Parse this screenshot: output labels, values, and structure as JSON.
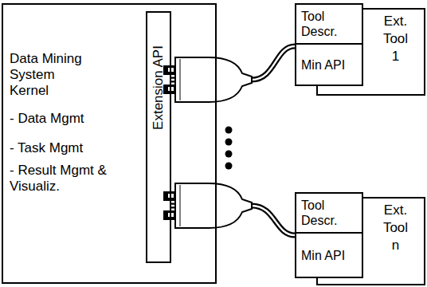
{
  "diagram": {
    "nodes": [
      {
        "text": [
          "Data Mining System Kernel",
          "- Data Mgmt",
          "- Task Mgmt",
          "- Result Mgmt & Visualiz."
        ]
      },
      {
        "text": [
          "Extension API"
        ],
        "in": 0
      },
      {
        "text": [
          "Ext. Tool 1"
        ]
      },
      {
        "text": [
          "Tool Descr."
        ],
        "in": 2
      },
      {
        "text": [
          "Min API"
        ],
        "in": 2
      },
      {
        "text": [
          "Ext. Tool n"
        ]
      },
      {
        "text": [
          "Tool Descr."
        ],
        "in": 5
      },
      {
        "text": [
          "Min API"
        ],
        "in": 5
      }
    ],
    "edges": [
      {
        "from": 1,
        "to": 4,
        "arrow": "none"
      },
      {
        "from": 1,
        "to": 7,
        "arrow": "none"
      }
    ]
  }
}
